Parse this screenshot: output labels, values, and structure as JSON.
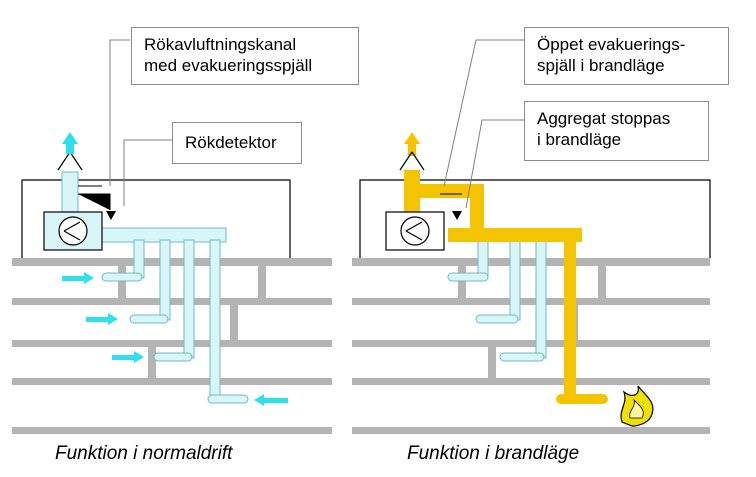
{
  "left_panel": {
    "callout_duct": "Rökavluftningskanal\nmed evakueringsspjäll",
    "callout_detector": "Rökdetektor",
    "caption": "Funktion i normaldrift",
    "duct_color": "#d8f6f8",
    "arrow_color": "#2ee0ee"
  },
  "right_panel": {
    "callout_damper": "Öppet evakuerings-\nspjäll i brandläge",
    "callout_unit": "Aggregat stoppas\ni brandläge",
    "caption": "Funktion i brandläge",
    "smoke_color": "#f5c400",
    "duct_color": "#d8f6f8"
  },
  "colors": {
    "floor": "#b4b4b4",
    "outline": "#000000",
    "flame": "#f0e000"
  }
}
